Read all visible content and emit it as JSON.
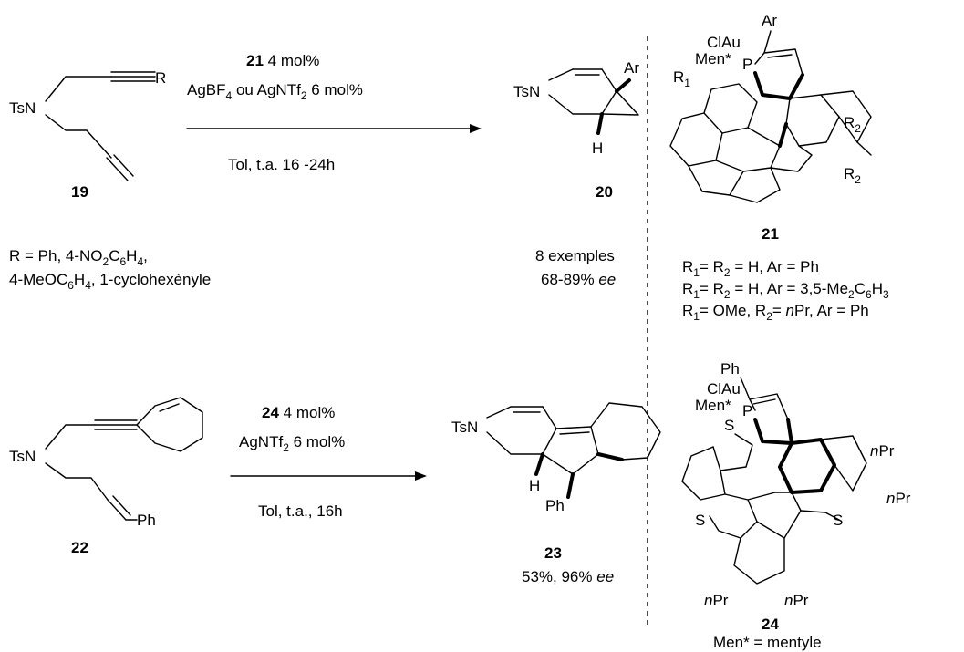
{
  "reaction1": {
    "substrate_id": "19",
    "substrate_r": "R",
    "substrate_ts": "TsN",
    "product_id": "20",
    "product_ts": "TsN",
    "product_ar": "Ar",
    "product_h": "H",
    "catalyst_num": "21",
    "catalyst_load": " 4 mol%",
    "silver_a": "AgBF",
    "silver_a_sub": "4",
    "silver_b": " ou AgNTf",
    "silver_b_sub": "2",
    "silver_load": " 6 mol%",
    "conditions": "Tol, t.a. 16 -24h",
    "r_line1": "R = Ph, 4-NO",
    "r_line1_sub_a": "2",
    "r_line1_mid": "C",
    "r_line1_sub_b": "6",
    "r_line1_mid2": "H",
    "r_line1_sub_c": "4",
    "r_line1_end": ",",
    "r_line2_a": "4-MeOC",
    "r_line2_sub_a": "6",
    "r_line2_b": "H",
    "r_line2_sub_b": "4",
    "r_line2_c": ", 1-cyclohexènyle",
    "examples": "8 exemples",
    "ee_value": "68-89% ",
    "ee_label": "ee"
  },
  "reaction2": {
    "substrate_id": "22",
    "substrate_ts": "TsN",
    "substrate_ph": "Ph",
    "product_id": "23",
    "product_ts": "TsN",
    "product_h": "H",
    "product_ph": "Ph",
    "catalyst_num": "24",
    "catalyst_load": " 4 mol%",
    "silver": "AgNTf",
    "silver_sub": "2",
    "silver_load": " 6 mol%",
    "conditions": "Tol, t.a., 16h",
    "yield": "53%, 96% ",
    "ee_label": "ee"
  },
  "catalyst21": {
    "id": "21",
    "ar": "Ar",
    "clau": "ClAu",
    "men": "Men*",
    "p": "P",
    "r1": "R",
    "r1_sub": "1",
    "r2": "R",
    "r2_sub": "2",
    "line1_a": "R",
    "line1_a_sub": "1",
    "line1_b": "= R",
    "line1_b_sub": "2",
    "line1_c": " = H, Ar = Ph",
    "line2_a": "R",
    "line2_a_sub": "1",
    "line2_b": "= R",
    "line2_b_sub": "2",
    "line2_c": " = H, Ar = 3,5-Me",
    "line2_sub_c": "2",
    "line2_d": "C",
    "line2_sub_d": "6",
    "line2_e": "H",
    "line2_sub_e": "3",
    "line3_a": "R",
    "line3_a_sub": "1",
    "line3_b": "= OMe, R",
    "line3_b_sub": "2",
    "line3_c": "= ",
    "line3_npr": "n",
    "line3_d": "Pr, Ar = Ph"
  },
  "catalyst24": {
    "id": "24",
    "ph": "Ph",
    "clau": "ClAu",
    "men": "Men*",
    "p": "P",
    "s": "S",
    "n": "n",
    "pr": "Pr",
    "footnote": "Men* = mentyle"
  }
}
